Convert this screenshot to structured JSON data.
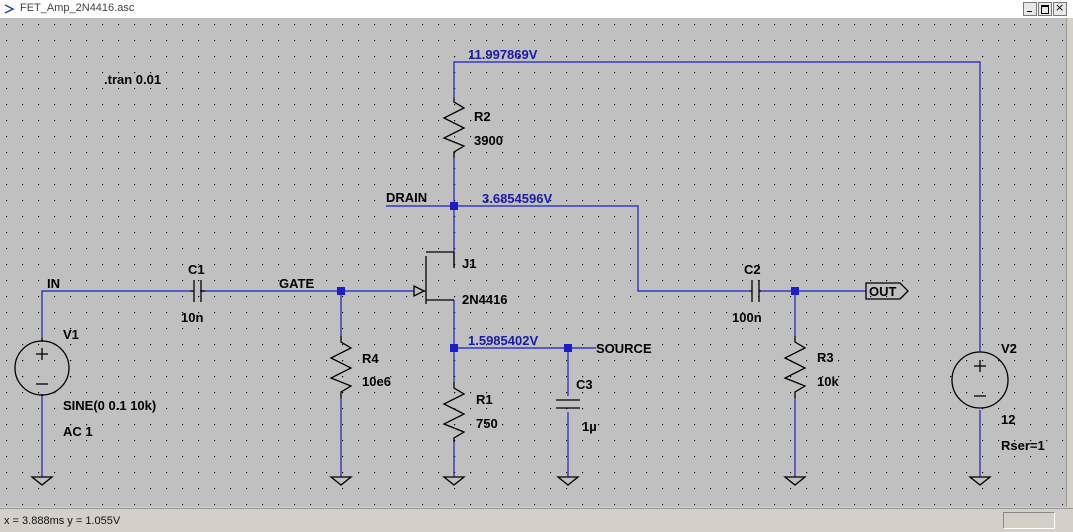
{
  "window": {
    "title": "FET_Amp_2N4416.asc"
  },
  "directive": ".tran 0.01",
  "nodes": {
    "vcc_voltage": "11.997869V",
    "drain_label": "DRAIN",
    "drain_voltage": "3.6854596V",
    "gate_label": "GATE",
    "in_label": "IN",
    "source_voltage": "1.5985402V",
    "source_label": "SOURCE",
    "out_label": "OUT"
  },
  "components": {
    "r2": {
      "name": "R2",
      "value": "3900"
    },
    "j1": {
      "name": "J1",
      "value": "2N4416"
    },
    "c1": {
      "name": "C1",
      "value": "10n"
    },
    "r4": {
      "name": "R4",
      "value": "10e6"
    },
    "r1": {
      "name": "R1",
      "value": "750"
    },
    "c3": {
      "name": "C3",
      "value": "1µ"
    },
    "c2": {
      "name": "C2",
      "value": "100n"
    },
    "r3": {
      "name": "R3",
      "value": "10k"
    },
    "v1": {
      "name": "V1",
      "value": "SINE(0 0.1 10k)",
      "ac": "AC 1"
    },
    "v2": {
      "name": "V2",
      "value": "12",
      "rser": "Rser=1"
    }
  },
  "status": {
    "cursor": "x = 3.888ms    y = 1.055V"
  },
  "colors": {
    "wire": "#1c1cc8",
    "voltage_label": "#1a1aa8",
    "background": "#c0c0c0"
  }
}
